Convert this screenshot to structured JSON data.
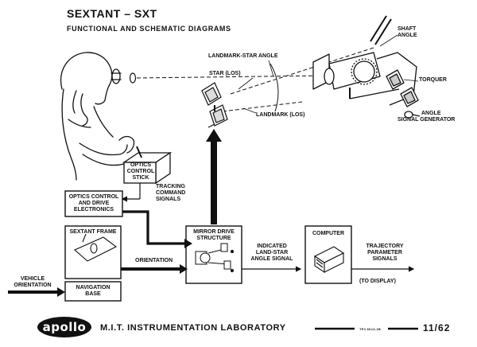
{
  "title": "SEXTANT – SXT",
  "subtitle": "FUNCTIONAL AND SCHEMATIC DIAGRAMS",
  "labels": {
    "shaft_angle": [
      "SHAFT",
      "ANGLE"
    ],
    "torquer": "TORQUER",
    "angle_signal_generator": [
      "ANGLE",
      "SIGNAL GENERATOR"
    ],
    "landmark_star_angle": "LANDMARK-STAR ANGLE",
    "star_los": "STAR (LOS)",
    "landmark_los": "LANDMARK (LOS)",
    "optics_control_stick": [
      "OPTICS",
      "CONTROL",
      "STICK"
    ],
    "tracking_command_signals": [
      "TRACKING",
      "COMMAND",
      "SIGNALS"
    ],
    "orientation": "ORIENTATION",
    "vehicle_orientation": [
      "VEHICLE",
      "ORIENTATION"
    ],
    "indicated_signal": [
      "INDICATED",
      "LAND-STAR",
      "ANGLE SIGNAL"
    ],
    "trajectory_signals": [
      "TRAJECTORY",
      "PARAMETER",
      "SIGNALS"
    ],
    "to_display": "(TO DISPLAY)"
  },
  "blocks": {
    "optics_electronics": [
      "OPTICS CONTROL",
      "AND DRIVE",
      "ELECTRONICS"
    ],
    "sextant_frame": "SEXTANT FRAME",
    "navigation_base": [
      "NAVIGATION",
      "BASE"
    ],
    "mirror_drive": [
      "MIRROR DRIVE",
      "STRUCTURE"
    ],
    "computer": "COMPUTER"
  },
  "footer": {
    "logo": "apollo",
    "lab": "M.I.T. INSTRUMENTATION LABORATORY",
    "ref": "TP# 6613-1B",
    "page": "11/62"
  }
}
